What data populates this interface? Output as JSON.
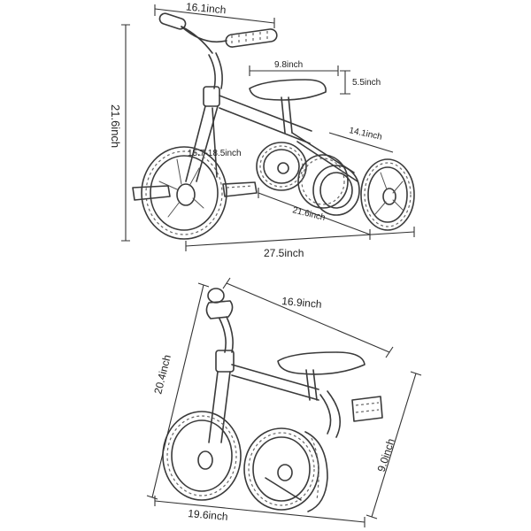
{
  "dimensions": {
    "top_handlebar_width": "16.1inch",
    "top_height": "21.6inch",
    "top_seat_length": "9.8inch",
    "top_seat_height": "5.5inch",
    "top_rear_track": "14.1inch",
    "top_seat_range": "15.7-18.5inch",
    "top_rear_length": "21.6inch",
    "top_total_length": "27.5inch",
    "bottom_diagonal": "16.9inch",
    "bottom_height": "20.4inch",
    "bottom_depth": "9.0inch",
    "bottom_length": "19.6inch"
  }
}
